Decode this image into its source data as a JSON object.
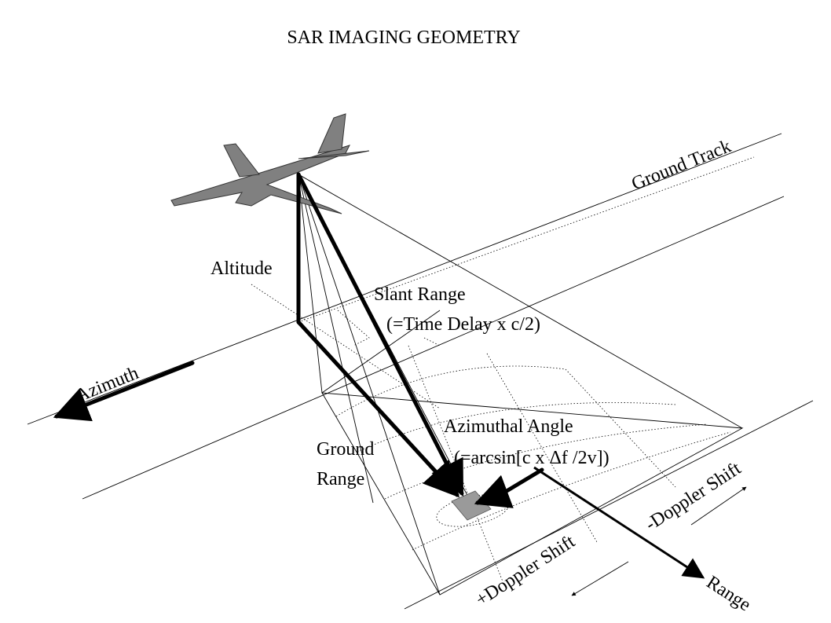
{
  "title": "SAR IMAGING GEOMETRY",
  "labels": {
    "ground_track": "Ground Track",
    "altitude": "Altitude",
    "slant_range_1": "Slant Range",
    "slant_range_2": "(=Time Delay x c/2)",
    "azimuth": "Azimuth",
    "azimuthal_angle_1": "Azimuthal Angle",
    "azimuthal_angle_2": "(=arcsin[c x Δf /2v])",
    "ground_range_1": "Ground",
    "ground_range_2": "Range",
    "neg_doppler": "-Doppler Shift",
    "pos_doppler": "+Doppler Shift",
    "range": "Range"
  },
  "colors": {
    "aircraft": "#808080",
    "target_patch": "#9a9a9a",
    "ink": "#000000"
  }
}
